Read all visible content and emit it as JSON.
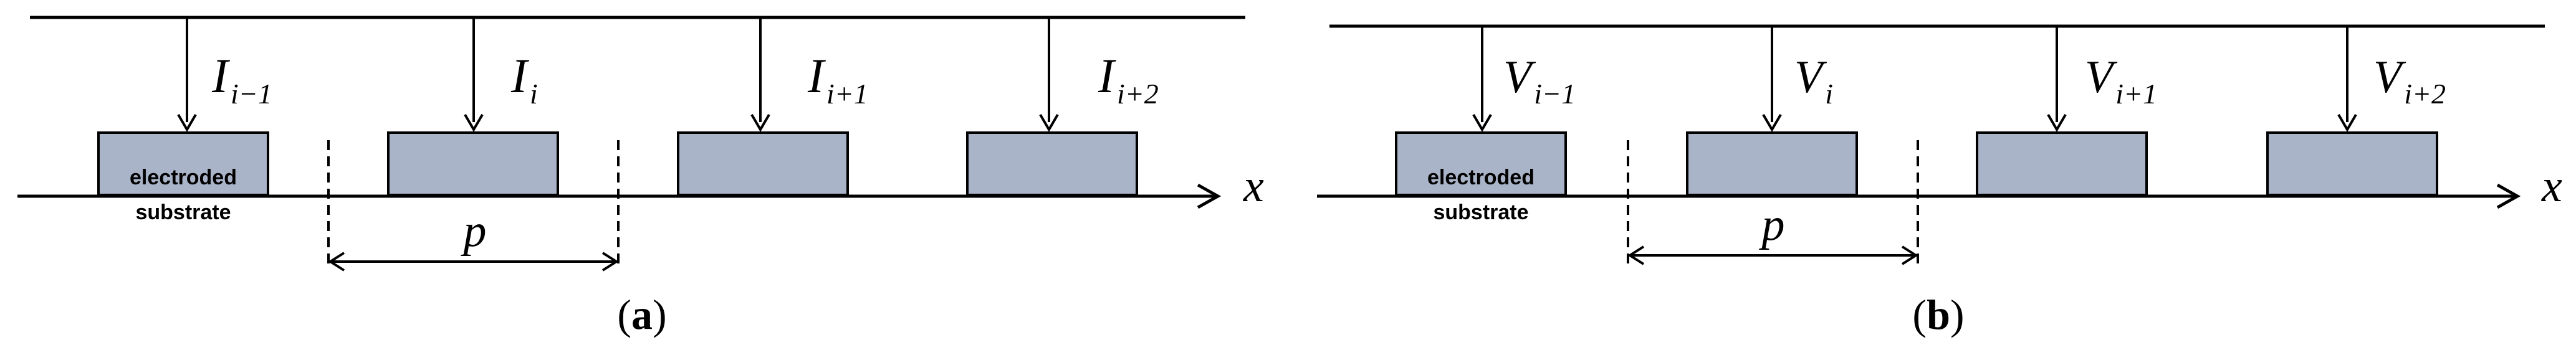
{
  "diagram": {
    "substrate_label_line1": "electroded",
    "substrate_label_line2": "substrate",
    "x_axis_label": "x",
    "pitch_label": "p",
    "box_fill": "#aab4c8",
    "line_color": "#000000"
  },
  "panel_a": {
    "caption_open": "(",
    "caption_letter": "a",
    "caption_close": ")",
    "quantity_symbol": "I",
    "subscripts": [
      "i−1",
      "i",
      "i+1",
      "i+2"
    ]
  },
  "panel_b": {
    "caption_open": "(",
    "caption_letter": "b",
    "caption_close": ")",
    "quantity_symbol": "V",
    "subscripts": [
      "i−1",
      "i",
      "i+1",
      "i+2"
    ]
  }
}
